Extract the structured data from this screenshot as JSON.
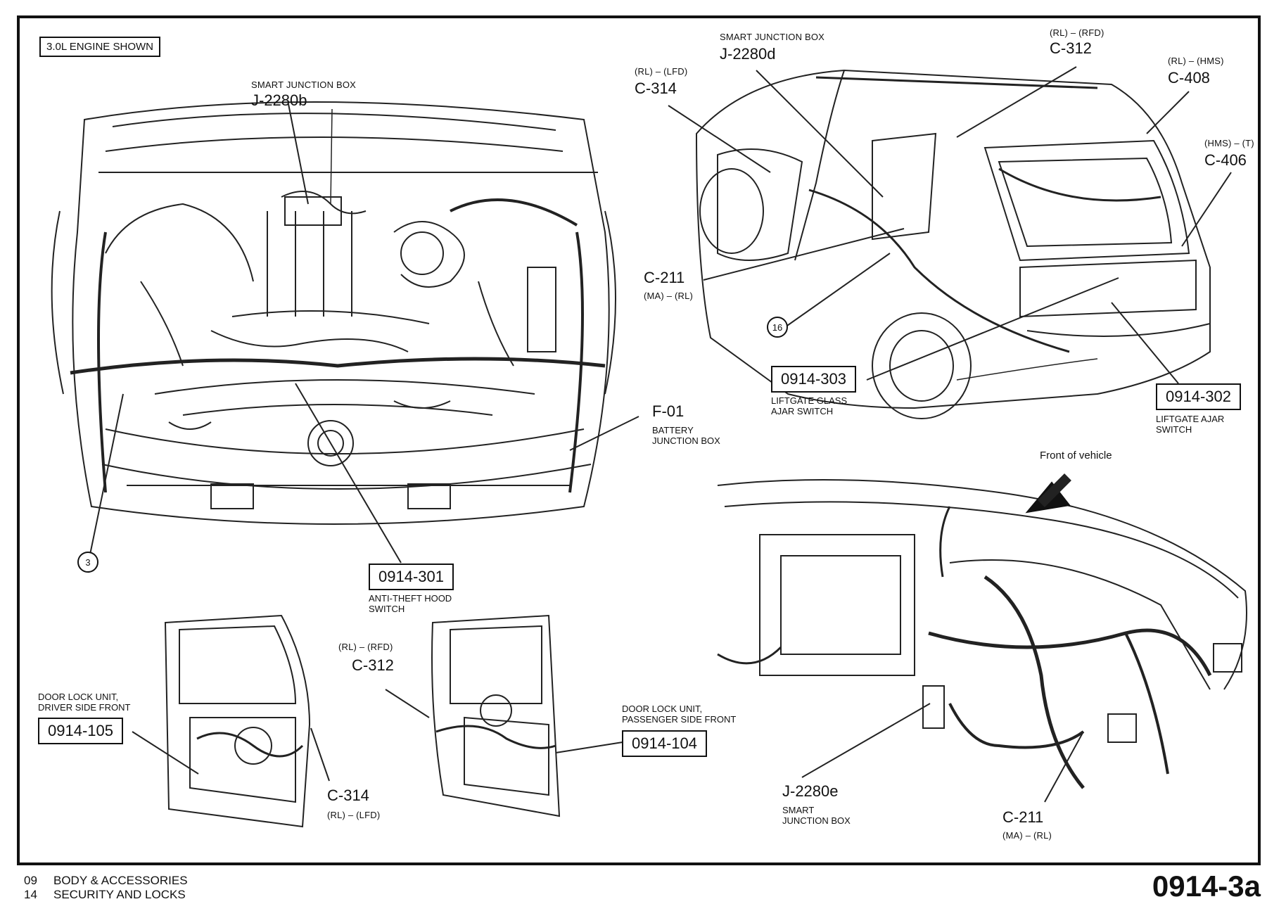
{
  "engine_note": "3.0L ENGINE SHOWN",
  "engine_view": {
    "sjb_caption": "SMART JUNCTION BOX",
    "sjb_id": "J-2280b",
    "battery_box_id": "F-01",
    "battery_box_caption": [
      "BATTERY",
      "JUNCTION BOX"
    ],
    "hood_switch_id": "0914-301",
    "hood_switch_caption": [
      "ANTI-THEFT HOOD",
      "SWITCH"
    ],
    "callout_3": "3"
  },
  "rear_view": {
    "sjb_caption": "SMART JUNCTION BOX",
    "sjb_id": "J-2280d",
    "c314_code": "(RL) – (LFD)",
    "c314_id": "C-314",
    "c312_code": "(RL) – (RFD)",
    "c312_id": "C-312",
    "c408_code": "(RL) – (HMS)",
    "c408_id": "C-408",
    "c406_code": "(HMS) – (T)",
    "c406_id": "C-406",
    "c211_id": "C-211",
    "c211_code": "(MA) – (RL)",
    "callout_16": "16",
    "glass_switch_id": "0914-303",
    "glass_switch_caption": [
      "LIFTGATE GLASS",
      "AJAR SWITCH"
    ],
    "liftgate_switch_id": "0914-302",
    "liftgate_switch_caption": [
      "LIFTGATE AJAR",
      "SWITCH"
    ]
  },
  "dash_view": {
    "front_note": "Front of vehicle",
    "sjb_id": "J-2280e",
    "sjb_caption": [
      "SMART",
      "JUNCTION BOX"
    ],
    "c211_id": "C-211",
    "c211_code": "(MA) – (RL)"
  },
  "driver_door": {
    "caption": [
      "DOOR LOCK UNIT,",
      "DRIVER SIDE FRONT"
    ],
    "unit_id": "0914-105",
    "c314_id": "C-314",
    "c314_code": "(RL) – (LFD)"
  },
  "passenger_door": {
    "c312_code": "(RL) – (RFD)",
    "c312_id": "C-312",
    "caption": [
      "DOOR LOCK UNIT,",
      "PASSENGER SIDE FRONT"
    ],
    "unit_id": "0914-104"
  },
  "footer": {
    "rows": [
      {
        "num": "09",
        "text": "BODY & ACCESSORIES"
      },
      {
        "num": "14",
        "text": "SECURITY AND LOCKS"
      }
    ],
    "page_id": "0914-3a"
  }
}
